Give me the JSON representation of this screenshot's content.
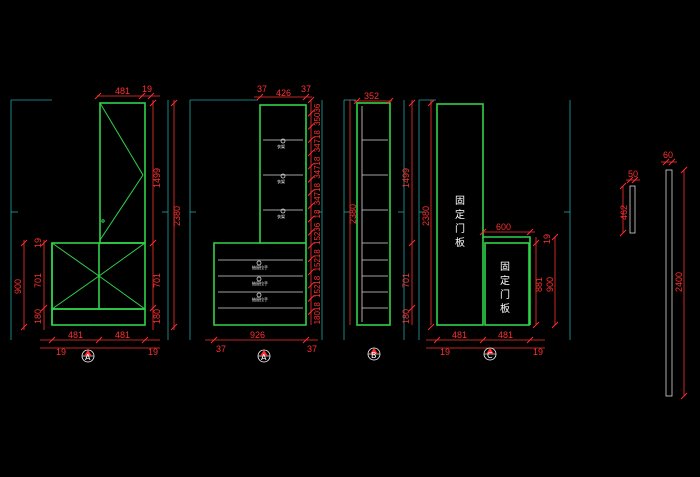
{
  "elevations": [
    {
      "id": "A1",
      "label": "A",
      "dims_top": [
        "481",
        "19"
      ],
      "dims_right": [
        "1499",
        "701",
        "180",
        "2380"
      ],
      "dims_left": [
        "19",
        "701",
        "900",
        "180"
      ],
      "dims_bottom": [
        "19",
        "481",
        "481",
        "19"
      ]
    },
    {
      "id": "A2",
      "label": "A",
      "dims_top": [
        "37",
        "426",
        "37"
      ],
      "dims_right": [
        "36",
        "350",
        "18",
        "347",
        "18",
        "347",
        "18",
        "347",
        "18",
        "36",
        "152",
        "18",
        "152",
        "18",
        "152",
        "18",
        "180"
      ],
      "dims_bottom": [
        "37",
        "926",
        "37"
      ],
      "drawer_labels": [
        "抽屉拉手",
        "抽屉拉手",
        "抽屉拉手"
      ],
      "shelf_labels": [
        "衣架"
      ]
    },
    {
      "id": "B",
      "label": "B",
      "dims_top": [
        "352"
      ],
      "dims_left": [
        "2380"
      ]
    },
    {
      "id": "C",
      "label": "C",
      "dims_left": [
        "1499",
        "2380",
        "701",
        "180"
      ],
      "dims_right": [
        "19",
        "881",
        "900"
      ],
      "dims_top": [
        "600"
      ],
      "dims_bottom": [
        "19",
        "481",
        "481",
        "19"
      ],
      "panel_text_1": [
        "固",
        "定",
        "门",
        "板"
      ],
      "panel_text_2": [
        "固",
        "定",
        "门",
        "板"
      ]
    },
    {
      "id": "side",
      "dims": [
        "60",
        "50",
        "462",
        "2400"
      ]
    }
  ]
}
